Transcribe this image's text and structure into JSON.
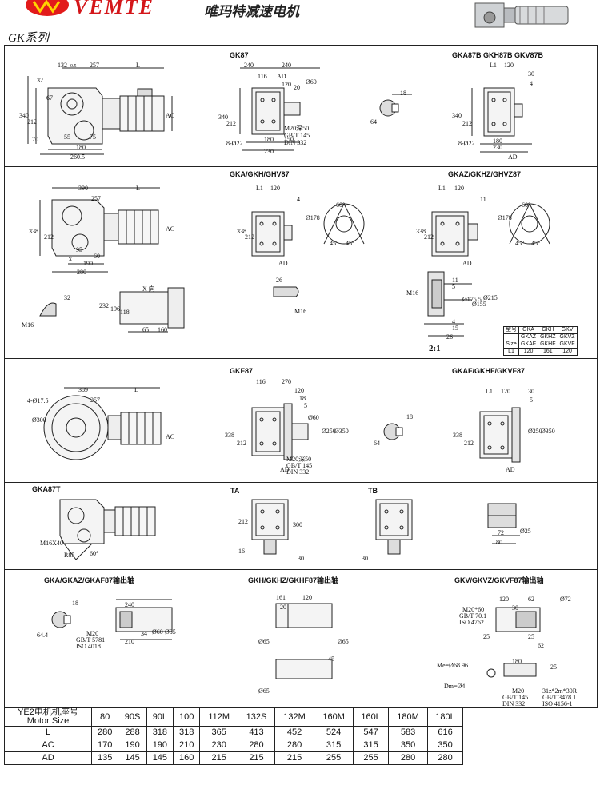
{
  "header": {
    "brand": "VEMTE",
    "company": "唯玛特减速电机",
    "series": "GK系列"
  },
  "sections": {
    "s1_gk87": "GK87",
    "s1_b": "GKA87B  GKH87B  GKV87B",
    "s2_a": "GKA/GKH/GHV87",
    "s2_z": "GKAZ/GKHZ/GHVZ87",
    "s3_f": "GKF87",
    "s3_af": "GKAF/GKHF/GKVF87",
    "s4_t": "GKA87T",
    "s4_ta": "TA",
    "s4_tb": "TB",
    "s5_a": "GKA/GKAZ/GKAF87输出轴",
    "s5_h": "GKH/GKHZ/GKHF87输出轴",
    "s5_v": "GKV/GKVZ/GKVF87输出轴"
  },
  "dims": {
    "d132": "132",
    "d132t": "-0.5",
    "d257": "257",
    "dL": "L",
    "d32": "32",
    "d67": "67",
    "d340": "340",
    "d212": "212",
    "d70": "70",
    "d55": "55",
    "d75": "75",
    "d180": "180",
    "d2605": "260.5",
    "dAC": "AC",
    "g240a": "240",
    "g240b": "240",
    "g116": "116",
    "gAD": "AD",
    "g120": "120",
    "g20": "20",
    "g60": "Ø60",
    "gk6": "k6",
    "g340": "340",
    "g212": "212",
    "g8": "8-Ø22",
    "g180": "180",
    "g150": "150",
    "g230": "230",
    "gm20": "M20深50",
    "ggb": "GB/T 145",
    "gdin": "DIN 332",
    "k18": "18",
    "k64": "64",
    "bL1": "L1",
    "b120": "120",
    "b30": "30",
    "b4": "4",
    "b340": "340",
    "b212": "212",
    "b8": "8-Ø22",
    "b180": "180",
    "b230": "230",
    "bAD": "AD",
    "a390": "390",
    "a257": "257",
    "aL": "L",
    "a338": "338",
    "a212": "212",
    "a95": "95",
    "a60": "60",
    "a190": "190",
    "a280": "280",
    "aX": "X",
    "aAC": "AC",
    "aL1": "L1",
    "a120": "120",
    "a4": "4",
    "a338b": "338",
    "a212b": "212",
    "aAD": "AD",
    "c178": "Ø178",
    "c60": "60°",
    "c45a": "45°",
    "c45b": "45°",
    "x26": "26",
    "xM16": "M16",
    "xXdir": "X 向",
    "x232": "232",
    "x196": "196",
    "x118": "118",
    "x65": "65",
    "x160": "160",
    "x32": "32",
    "xM16b": "M16",
    "zL1": "L1",
    "z120": "120",
    "z11": "11",
    "z338": "338",
    "z212": "212",
    "zAD": "AD",
    "z178": "Ø178",
    "z60": "60°",
    "z45a": "45°",
    "z45b": "45°",
    "zz11": "11",
    "zz5": "5",
    "zz1755": "Ø175.5",
    "zz155": "Ø155",
    "zz215": "Ø215",
    "zzM16": "M16",
    "zz4": "4",
    "zz15": "15",
    "zz26": "26",
    "ratio": "2:1",
    "f389": "389",
    "f257": "257",
    "fL": "L",
    "f4": "4-Ø17.5",
    "f300": "Ø300",
    "fAC": "AC",
    "ff116": "116",
    "ff270": "270",
    "ff120": "120",
    "ff18": "18",
    "ff5": "5",
    "ff60": "Ø60",
    "ff250": "Ø250",
    "ff350": "Ø350",
    "ff338": "338",
    "ff212": "212",
    "ffAD": "AD",
    "ffm20": "M20深50",
    "ffgb": "GB/T 145",
    "ffdin": "DIN 332",
    "fk18": "18",
    "fk64": "64",
    "faL1": "L1",
    "fa120": "120",
    "fa30": "30",
    "fa5": "5",
    "fa250": "Ø250",
    "fa350": "Ø350",
    "fa338": "338",
    "fa212": "212",
    "faAD": "AD",
    "tM16": "M16X40",
    "t85": "R85",
    "t60": "60°",
    "t212": "212",
    "t300": "300",
    "t16": "16",
    "t30": "30",
    "tb30": "30",
    "t72": "72",
    "t80": "80",
    "t25": "Ø25",
    "o18": "18",
    "o64": "64.4",
    "o240": "240",
    "o34": "34",
    "o210": "210",
    "o60": "Ø60",
    "o85": "Ø85",
    "om20": "M20",
    "ogb": "GB/T 5781",
    "oiso": "ISO 4018",
    "h161": "161",
    "h120": "120",
    "h20": "20",
    "h65": "Ø65",
    "h65b": "Ø65",
    "h45": "45",
    "h65c": "Ø65",
    "v120": "120",
    "v62": "62",
    "v30": "30",
    "v25a": "25",
    "v25b": "25",
    "v62b": "62",
    "v72": "Ø72",
    "vm20": "M20*60",
    "vgb": "GB/T 70.1",
    "viso": "ISO 4762",
    "v180": "180",
    "v25c": "25",
    "vMe": "Me=Ø68.96",
    "vDm": "Dm=Ø4",
    "vm20b": "M20",
    "vgb2": "GB/T 145",
    "vdin": "DIN 332",
    "vsp": "31z*2m*30R",
    "vgb3": "GB/T 3478.1",
    "viso2": "ISO 4156-1"
  },
  "size_table": {
    "rows": [
      [
        "型号",
        "GKA",
        "GKH",
        "GKV"
      ],
      [
        "",
        "GKAZ",
        "GKHZ",
        "GKVZ"
      ],
      [
        "Size",
        "GKAF",
        "GKHF",
        "GKVF"
      ],
      [
        "L1",
        "120",
        "161",
        "120"
      ]
    ]
  },
  "motor_table": {
    "header1": "YE2电机机座号",
    "header2": "Motor Size",
    "sizes": [
      "80",
      "90S",
      "90L",
      "100",
      "112M",
      "132S",
      "132M",
      "160M",
      "160L",
      "180M",
      "180L"
    ],
    "rows": [
      {
        "label": "L",
        "values": [
          "280",
          "288",
          "318",
          "318",
          "365",
          "413",
          "452",
          "524",
          "547",
          "583",
          "616"
        ]
      },
      {
        "label": "AC",
        "values": [
          "170",
          "190",
          "190",
          "210",
          "230",
          "280",
          "280",
          "315",
          "315",
          "350",
          "350"
        ]
      },
      {
        "label": "AD",
        "values": [
          "135",
          "145",
          "145",
          "160",
          "215",
          "215",
          "215",
          "255",
          "255",
          "280",
          "280"
        ]
      }
    ]
  }
}
